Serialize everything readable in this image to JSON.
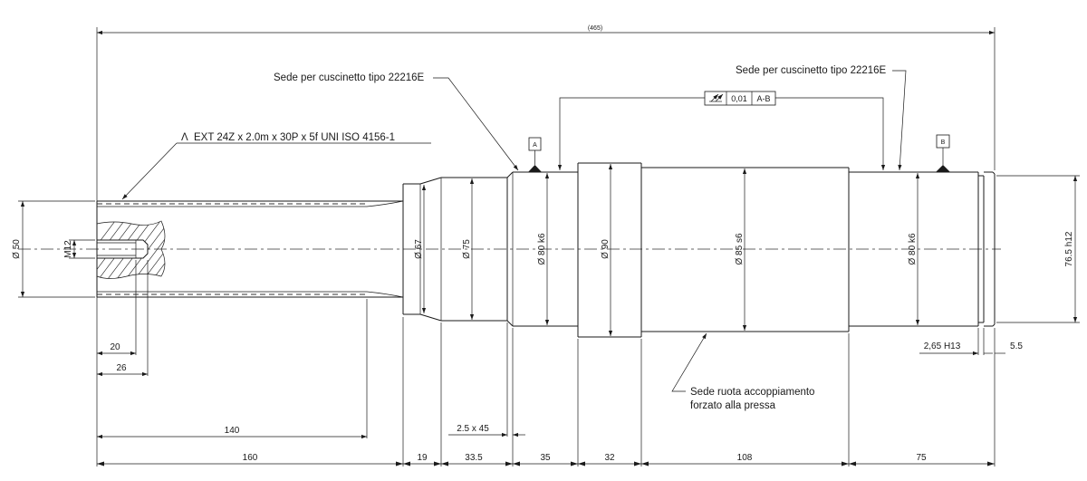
{
  "overall_length": "(465)",
  "notes": {
    "bearing_seat_left": "Sede per cuscinetto tipo 22216E",
    "bearing_seat_right": "Sede per cuscinetto tipo 22216E",
    "spline_spec": "EXT 24Z x 2.0m x 30P x 5f UNI ISO 4156-1",
    "spline_symbol": "Λ",
    "wheel_seat_line1": "Sede ruota accoppiamento",
    "wheel_seat_line2": "forzato alla pressa"
  },
  "datums": {
    "a": "A",
    "b": "B"
  },
  "geometric_tolerance": {
    "symbol": "total-runout",
    "value": "0,01",
    "datum_ref": "A-B"
  },
  "diameters": {
    "spline_end": "Ø 50",
    "thread": "M12",
    "d67": "Ø 67",
    "d75": "Ø 75",
    "d80_left": "Ø 80 k6",
    "d90": "Ø 90",
    "d85": "Ø 85 s6",
    "d80_right": "Ø 80 k6",
    "groove": "76.5 h12"
  },
  "lengths": {
    "thread_depth": "20",
    "hole_depth": "26",
    "spline_length": "140",
    "chamfer": "2.5 x 45",
    "groove_width": "2,65 H13",
    "groove_position": "5.5"
  },
  "chain_dimensions": [
    "160",
    "19",
    "33.5",
    "35",
    "32",
    "108",
    "75"
  ]
}
